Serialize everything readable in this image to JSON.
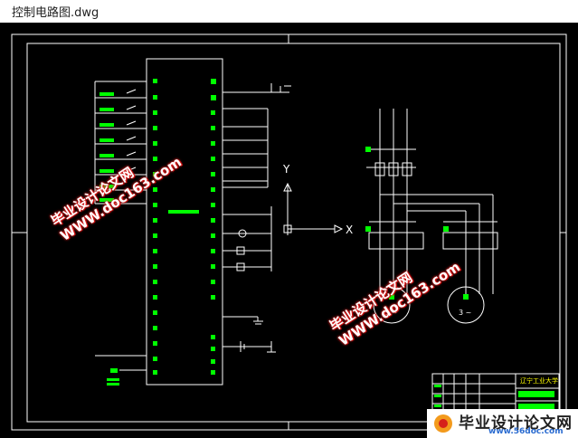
{
  "window": {
    "title": "控制电路图.dwg"
  },
  "drawing": {
    "axis_y": "Y",
    "axis_x": "X",
    "motor_left_label": "3 ~",
    "motor_right_label": "3 ~",
    "title_block_org": "辽宁工业大学"
  },
  "watermarks": {
    "wm1_text": "毕业设计论文网",
    "wm1_url": "WWW.doc163.com",
    "wm2_text": "毕业设计论文网",
    "wm2_url": "WWW.doc163.com"
  },
  "logo": {
    "main": "毕业设计论文网",
    "sub": "www.56doc.com"
  },
  "colors": {
    "background": "#000000",
    "line": "#ffffff",
    "plc_green": "#00ff00",
    "watermark_red": "#dd2222"
  }
}
